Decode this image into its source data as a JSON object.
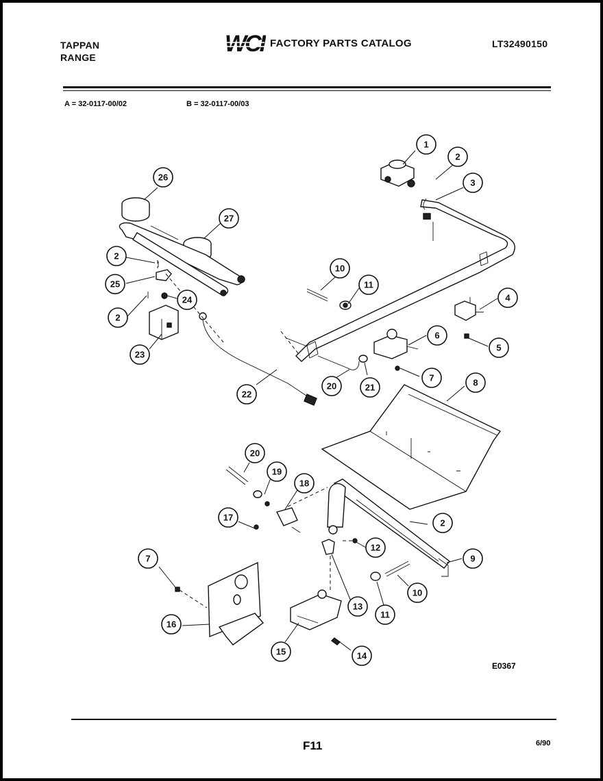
{
  "header": {
    "brand_line1": "TAPPAN",
    "brand_line2": "RANGE",
    "logo_text": "WCI",
    "catalog_title": "FACTORY PARTS CATALOG",
    "catalog_number": "LT32490150"
  },
  "models": {
    "a": "A = 32-0117-00/02",
    "b": "B = 32-0117-00/03"
  },
  "callouts": [
    "1",
    "2",
    "3",
    "26",
    "27",
    "2",
    "25",
    "2",
    "24",
    "23",
    "10",
    "11",
    "4",
    "5",
    "6",
    "7",
    "20",
    "21",
    "22",
    "8",
    "20",
    "19",
    "18",
    "17",
    "2",
    "12",
    "9",
    "7",
    "13",
    "10",
    "11",
    "16",
    "15",
    "14"
  ],
  "diagram_ref": "E0367",
  "footer": {
    "page_number": "F11",
    "date": "6/90"
  }
}
